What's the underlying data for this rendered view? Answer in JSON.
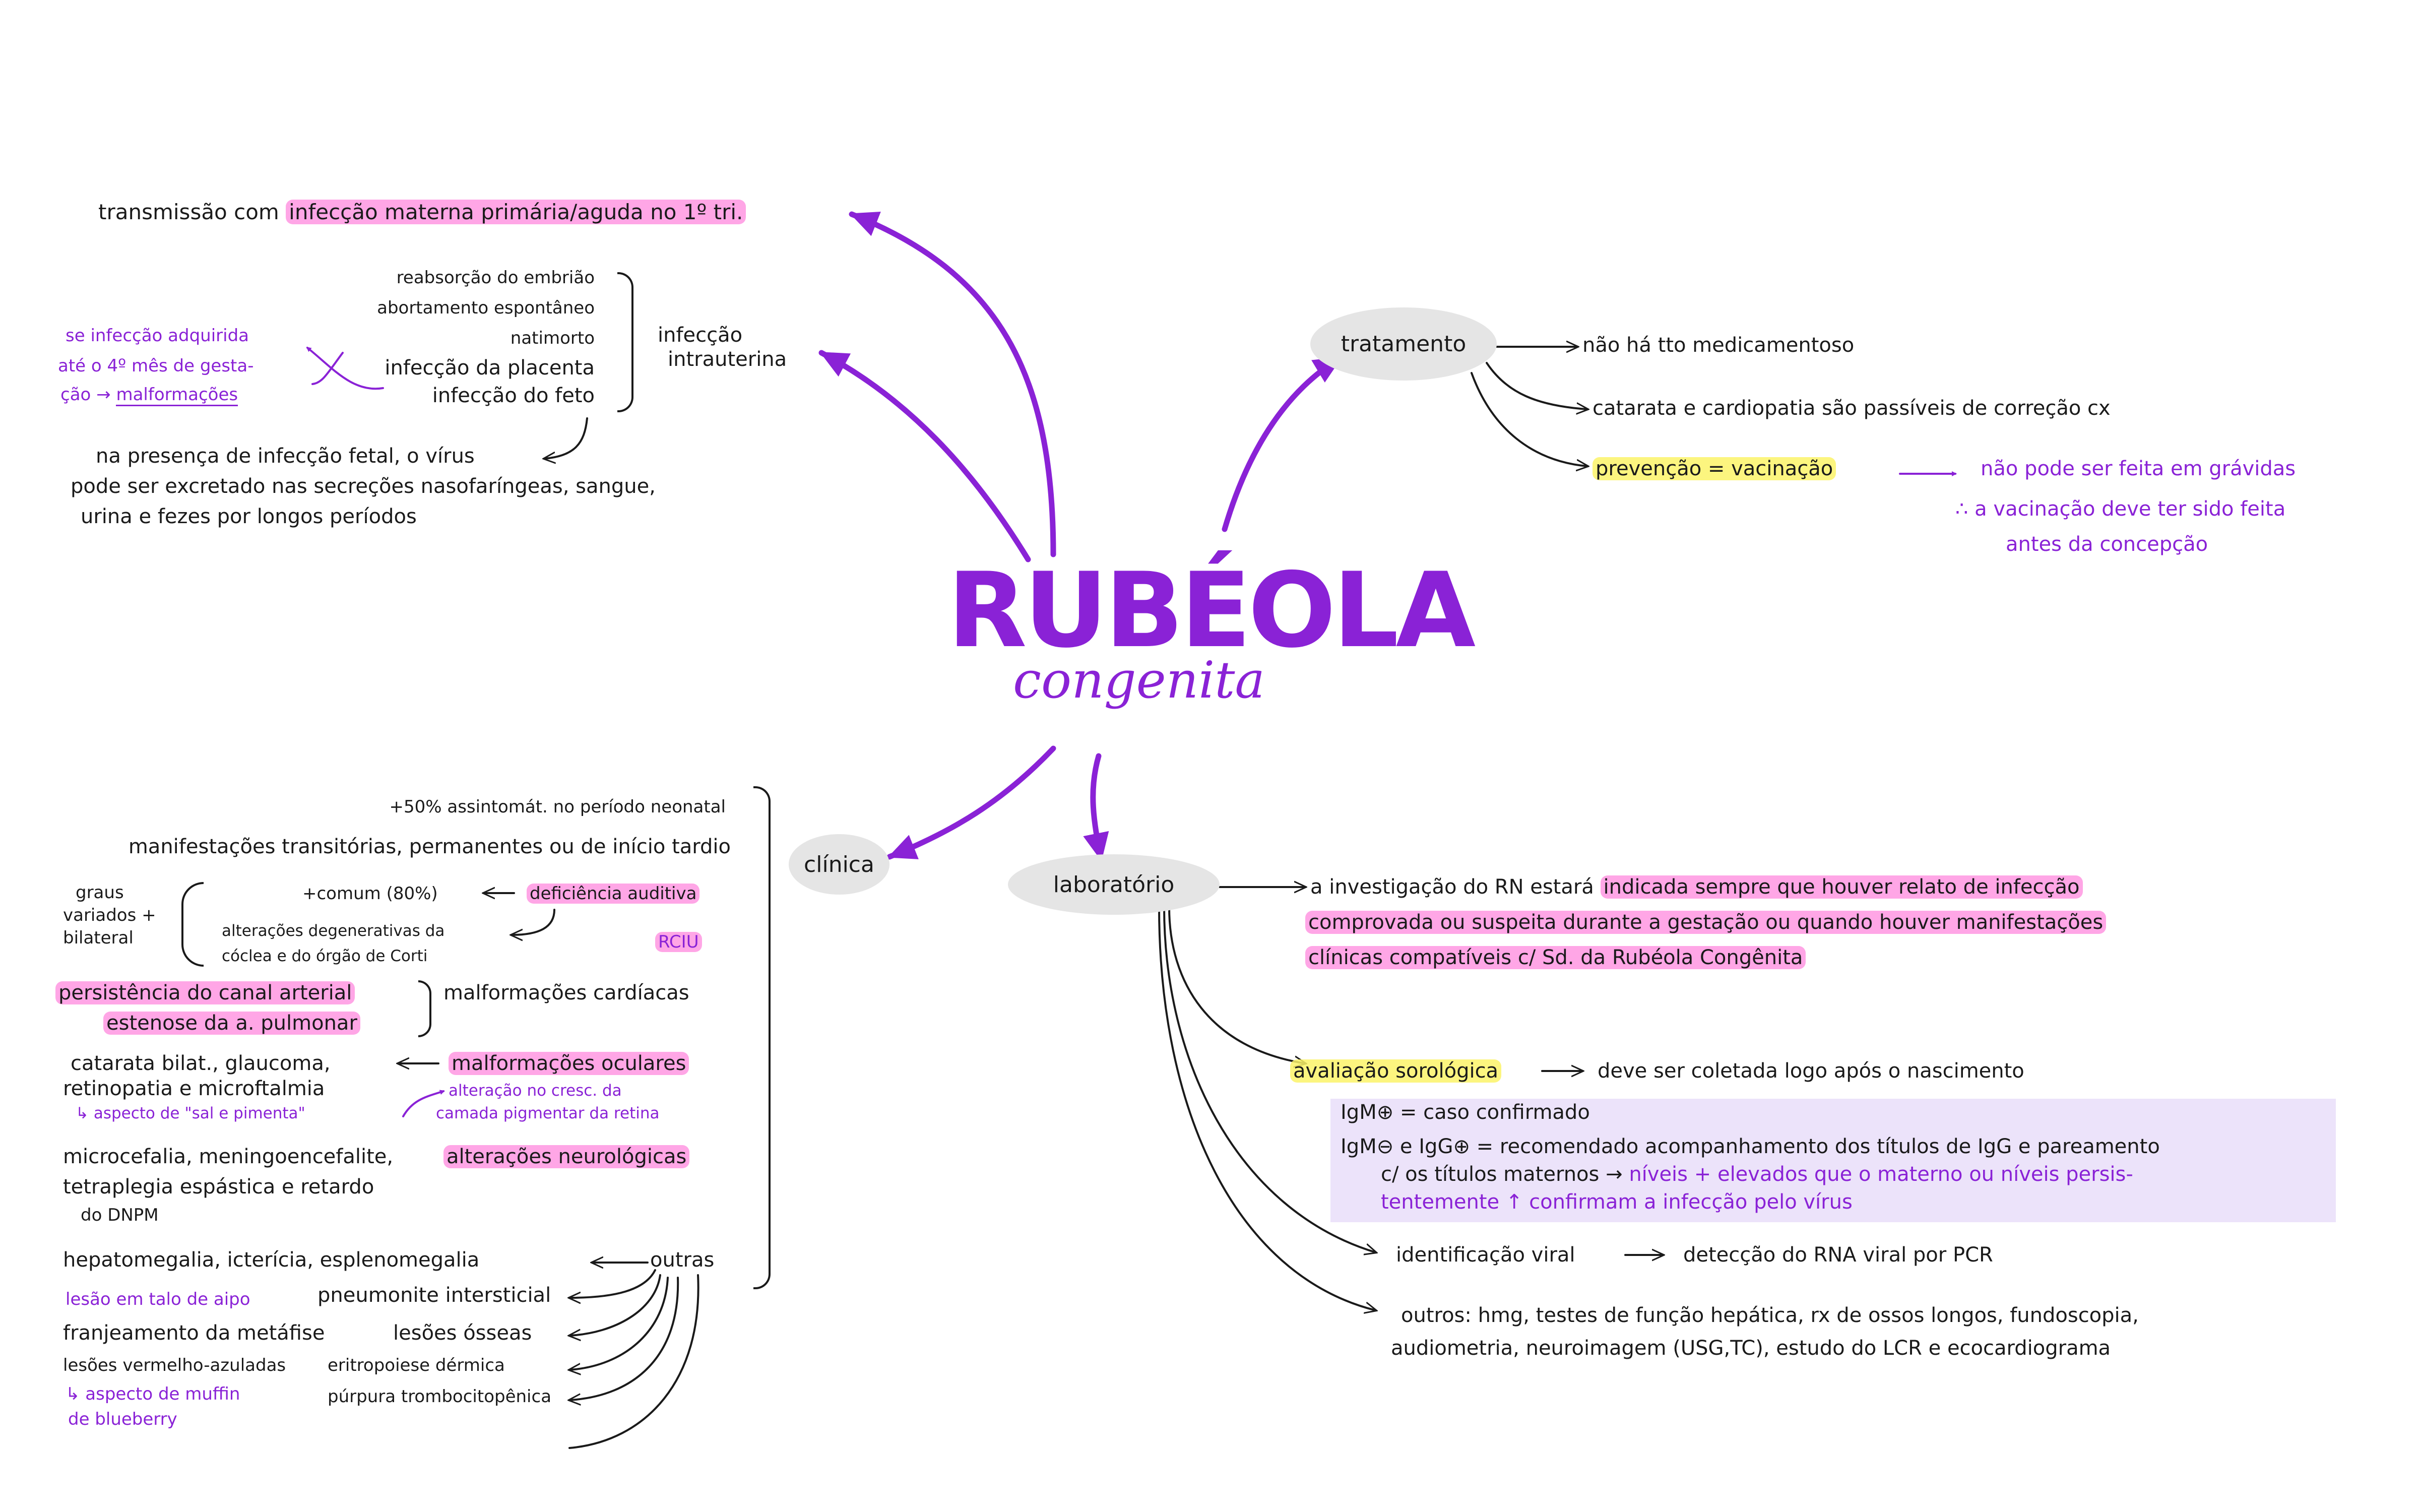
{
  "title": {
    "main": "RUBÉOLA",
    "sub": "congenita"
  },
  "colors": {
    "accent": "#8a22d6",
    "pink_highlight": "#ff70d6",
    "yellow_highlight": "#fcf368",
    "node_bg": "#e5e5e5"
  },
  "top_left": {
    "transmission": {
      "prefix": "transmissão com",
      "highlight": "infecção materna primária/aguda no 1º tri."
    },
    "outcomes": [
      "reabsorção do embrião",
      "abortamento espontâneo",
      "natimorto",
      "infecção da placenta",
      "infecção do feto"
    ],
    "intrauterine_label": [
      "infecção",
      "intrauterina"
    ],
    "note": {
      "line1": "se infecção adquirida",
      "line2": "até o 4º mês de gesta-",
      "line3_prefix": "ção →",
      "line3_underlined": "malformações"
    },
    "fetal": [
      "na presença de infecção fetal, o vírus",
      "pode ser excretado nas secreções nasofaríngeas, sangue,",
      "urina e fezes por longos períodos"
    ]
  },
  "tratamento": {
    "label": "tratamento",
    "items": [
      "não há tto medicamentoso",
      "catarata e cardiopatia são passíveis de correção cx"
    ],
    "prevention": "prevenção = vacinação",
    "prevention_note": [
      "não pode ser feita em grávidas",
      "∴ a vacinação deve ter sido feita",
      "antes da concepção"
    ]
  },
  "clinica": {
    "label": "clínica",
    "lines": [
      "+50% assintomát. no período neonatal",
      "manifestações transitórias, permanentes ou de início tardio"
    ],
    "graus": [
      "graus",
      "variados +",
      "bilateral"
    ],
    "comum": "+comum (80%)",
    "deficiencia": "deficiência auditiva",
    "degen": [
      "alterações degenerativas da",
      "cóclea e do órgão de Corti"
    ],
    "rciu": "RCIU",
    "cardiac": [
      "persistência do canal arterial",
      "estenose da a. pulmonar"
    ],
    "cardiac_label": "malformações cardíacas",
    "ocular": [
      "catarata bilat., glaucoma,",
      "retinopatia e microftalmia"
    ],
    "ocular_label": "malformações oculares",
    "sal": "↳ aspecto de \"sal e pimenta\"",
    "retina_note": [
      "alteração no cresc. da",
      "camada pigmentar da retina"
    ],
    "neuro": [
      "microcefalia, meningoencefalite,",
      "tetraplegia espástica e retardo",
      "do DNPM"
    ],
    "neuro_label": "alterações neurológicas",
    "outras_label": "outras",
    "outras": [
      "hepatomegalia, icterícia, esplenomegalia",
      "pneumonite intersticial",
      "lesões ósseas",
      "eritropoiese dérmica",
      "púrpura trombocitopênica"
    ],
    "lesao": "lesão em talo de aipo",
    "franj": "franjeamento da metáfise",
    "lesoes_verm": "lesões vermelho-azuladas",
    "muffin": [
      "↳ aspecto de muffin",
      "de blueberry"
    ]
  },
  "laboratorio": {
    "label": "laboratório",
    "investigation": [
      "a investigação do RN estará",
      "indicada sempre que houver relato de infecção",
      "comprovada ou suspeita durante a gestação ou quando houver manifestações",
      "clínicas compatíveis c/ Sd. da Rubéola Congênita"
    ],
    "sero_label": "avaliação sorológica",
    "sero_text": "deve ser coletada logo após o nascimento",
    "igm": "IgM⊕ = caso confirmado",
    "igm2": "IgM⊖ e IgG⊕ = recomendado acompanhamento dos títulos de IgG e pareamento",
    "igm3_prefix": "c/ os títulos maternos →",
    "igm3_purple": "níveis + elevados que o materno ou níveis persis-",
    "igm4": "tentemente ↑ confirmam a infecção pelo vírus",
    "viral": "identificação viral",
    "viral_text": "detecção do RNA viral por PCR",
    "outros": [
      "outros: hmg, testes de função hepática, rx de ossos longos, fundoscopia,",
      "audiometria, neuroimagem (USG,TC), estudo do LCR e ecocardiograma"
    ]
  }
}
